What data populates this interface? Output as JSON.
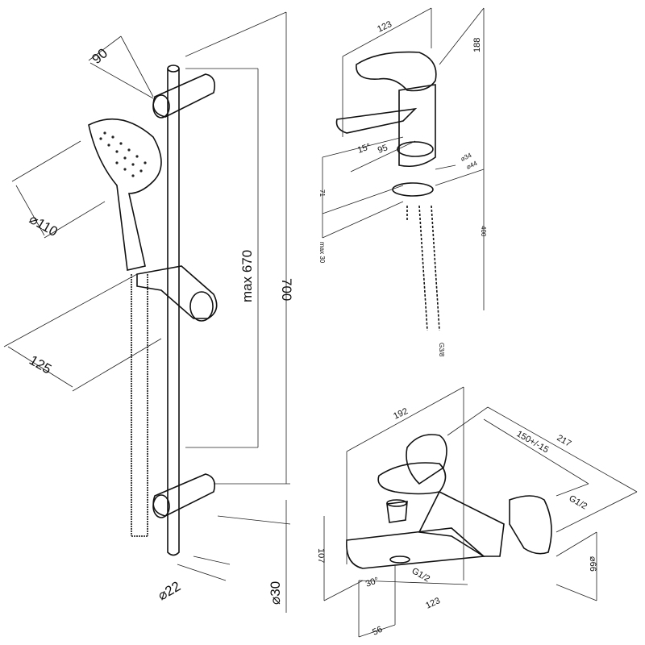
{
  "shower_set": {
    "depth": "90",
    "head_diameter": "⌀110",
    "holder_offset": "125",
    "max_adjust": "max 670",
    "total_height": "700",
    "bar_diameter": "⌀22",
    "bracket_diameter": "⌀30"
  },
  "basin_mixer": {
    "length": "123",
    "height": "188",
    "angle": "15°",
    "spout_reach": "95",
    "diameter_small": "⌀34",
    "diameter_large": "⌀44",
    "base_height": "71",
    "max_deck": "max 30",
    "hose_length": "400",
    "thread": "G3/8"
  },
  "bath_mixer": {
    "width": "192",
    "depth": "217",
    "centers": "150+/-15",
    "inlet_thread": "G1/2",
    "flange_diameter": "⌀66",
    "height": "107",
    "angle": "30°",
    "outlet_thread": "G1/2",
    "spout_reach": "123",
    "outlet_offset": "56"
  }
}
